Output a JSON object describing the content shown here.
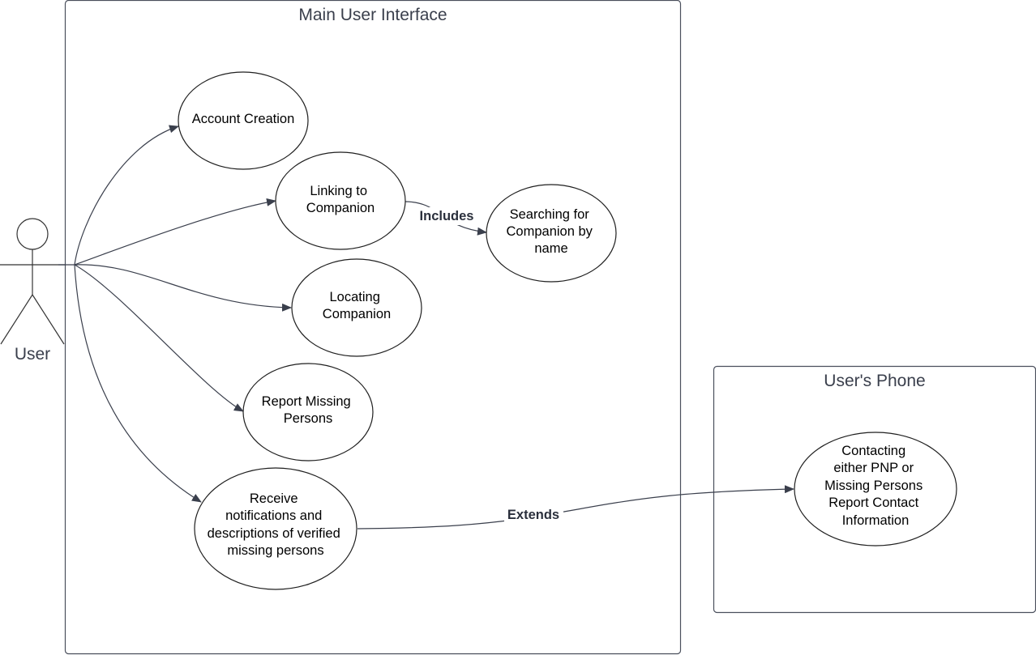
{
  "actor": {
    "name": "User"
  },
  "boundaries": {
    "main": {
      "title": "Main User Interface"
    },
    "phone": {
      "title": "User's Phone"
    }
  },
  "use_cases": {
    "account_creation": {
      "lines": [
        "Account Creation"
      ]
    },
    "linking": {
      "lines": [
        "Linking to",
        "Companion"
      ]
    },
    "searching": {
      "lines": [
        "Searching for",
        "Companion by",
        "name"
      ]
    },
    "locating": {
      "lines": [
        "Locating",
        "Companion"
      ]
    },
    "report_missing": {
      "lines": [
        "Report Missing",
        "Persons"
      ]
    },
    "receive": {
      "lines": [
        "Receive",
        "notifications and",
        "descriptions of verified",
        "missing persons"
      ]
    },
    "contacting": {
      "lines": [
        "Contacting",
        "either PNP or",
        "Missing Persons",
        "Report Contact",
        "Information"
      ]
    }
  },
  "relationships": {
    "includes": "Includes",
    "extends": "Extends"
  },
  "colors": {
    "line": "#3a3f4c",
    "ellipse_stroke": "#1f1f1f",
    "title_text": "#3a3f4c"
  }
}
